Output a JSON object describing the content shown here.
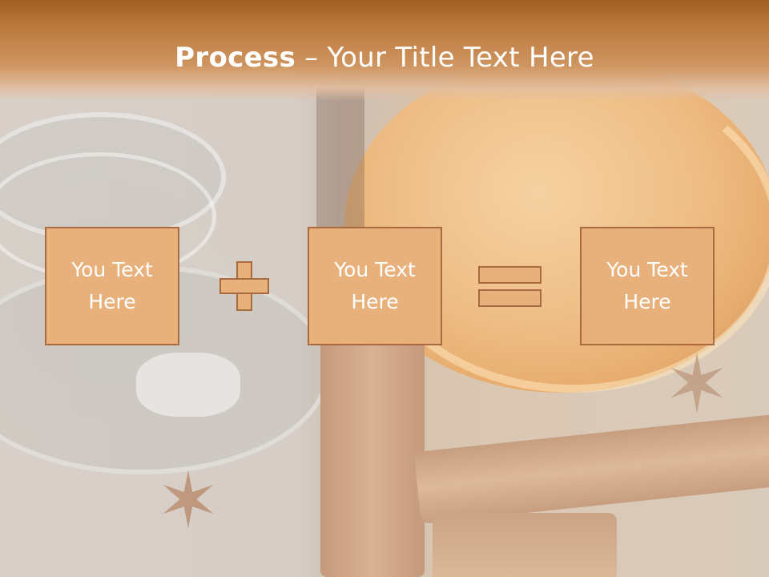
{
  "slide": {
    "title_bold": "Process",
    "title_rest": " – Your Title Text Here"
  },
  "process": {
    "boxes": [
      {
        "label": "You Text\nHere"
      },
      {
        "label": "You Text\nHere"
      },
      {
        "label": "You Text\nHere"
      }
    ],
    "operators": [
      "plus-sign",
      "equals-sign"
    ]
  },
  "colors": {
    "header": "#b97638",
    "box_fill": "#e8b07b",
    "box_border": "#a96a3f",
    "text": "#ffffff"
  }
}
